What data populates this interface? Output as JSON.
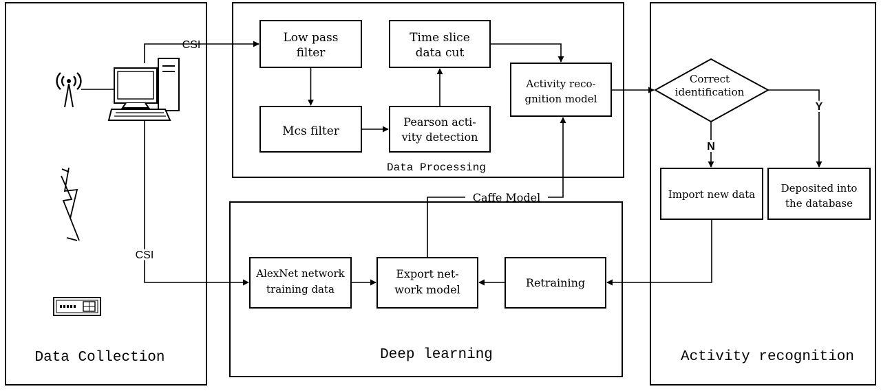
{
  "panels": {
    "data_collection": "Data Collection",
    "data_processing": "Data Processing",
    "deep_learning": "Deep learning",
    "activity_recognition": "Activity recognition"
  },
  "edge_labels": {
    "csi_top": "CSI",
    "csi_bottom": "CSI",
    "caffe_model": "Caffe Model",
    "yes": "Y",
    "no": "N"
  },
  "nodes": {
    "low_pass": [
      "Low pass",
      "filter"
    ],
    "mcs_filter": [
      "Mcs filter"
    ],
    "time_slice": [
      "Time slice",
      "data cut"
    ],
    "pearson": [
      "Pearson acti-",
      "vity detection"
    ],
    "activity_model": [
      "Activity reco-",
      "gnition model"
    ],
    "correct_id": [
      "Correct",
      "identification"
    ],
    "import_new": [
      "Import new data"
    ],
    "deposited": [
      "Deposited into",
      "the database"
    ],
    "alexnet": [
      "AlexNet network",
      "training data"
    ],
    "export_net": [
      "Export net-",
      "work model"
    ],
    "retraining": [
      "Retraining"
    ]
  },
  "icons": {
    "antenna": "antenna-icon",
    "computer": "computer-icon",
    "lightning": "lightning-icon",
    "router": "router-icon"
  },
  "colors": {
    "stroke": "#000000",
    "background": "#ffffff"
  }
}
